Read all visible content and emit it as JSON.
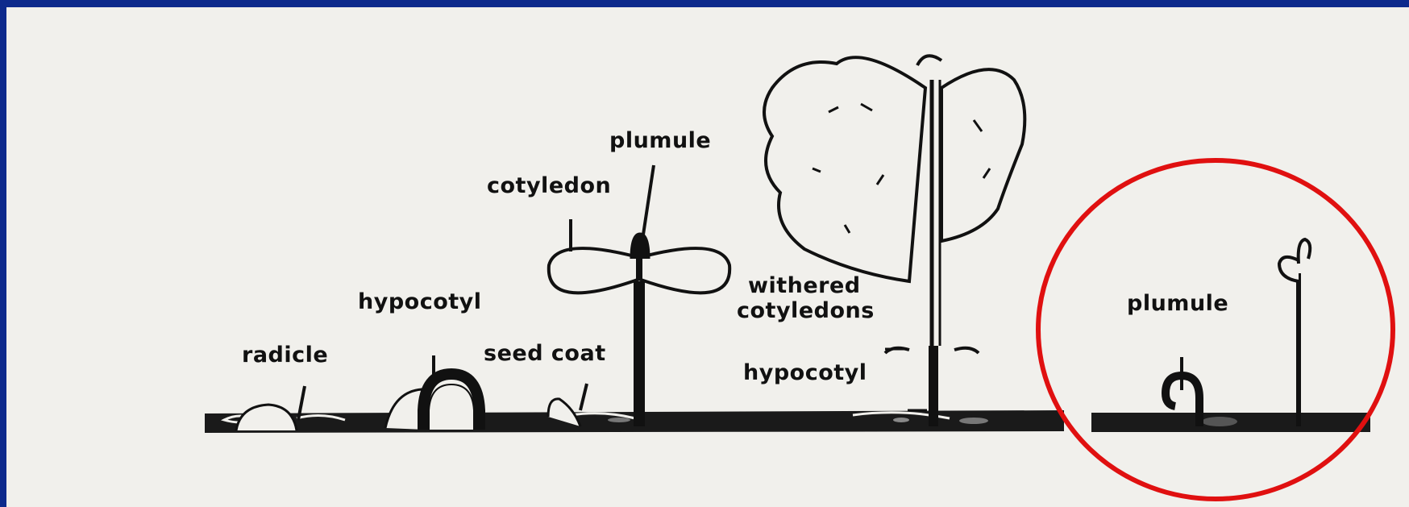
{
  "figure": {
    "labels": {
      "radicle": "radicle",
      "hypocotyl_stage2": "hypocotyl",
      "seed_coat": "seed coat",
      "cotyledon": "cotyledon",
      "plumule_stage3": "plumule",
      "withered_line1": "withered",
      "withered_line2": "cotyledons",
      "hypocotyl_stage4": "hypocotyl",
      "plumule_inset": "plumule"
    },
    "colors": {
      "border": "#0d2a8c",
      "paper": "#f1f0ec",
      "ink": "#111111",
      "highlight_circle": "#e01010"
    }
  }
}
